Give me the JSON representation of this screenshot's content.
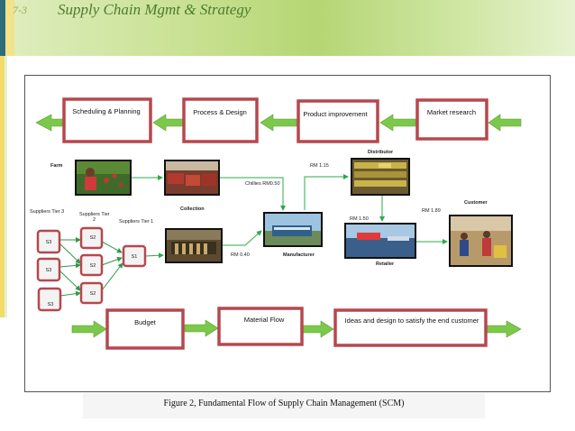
{
  "header": {
    "slide_number": "7-3",
    "title": "Supply Chain Mgmt & Strategy"
  },
  "top_row": {
    "market_research": "Market research",
    "product_improvement": "Product improvement",
    "process_design": "Process & Design",
    "scheduling_planning": "Scheduling & Planning"
  },
  "labels": {
    "farm": "Farm",
    "distributor": "Distributor",
    "customer": "Customer",
    "collection": "Collection",
    "manufacturer": "Manufacturer",
    "retailer": "Retailer",
    "suppliers_tier3": "Suppliers Tier 3",
    "suppliers_tier2_line1": "Suppliers Tier",
    "suppliers_tier2_line2": "2",
    "suppliers_tier1": "Suppliers Tier 1",
    "price_chillies": "Chillies RM0.50",
    "price_distributor": "RM 1.15",
    "price_retailer": "RM 1.50",
    "price_customer": "RM 1.89",
    "price_manufacturer": "RM 0.40"
  },
  "nodes": {
    "s3_a": "S3",
    "s3_b": "S3",
    "s3_c": "S3",
    "s2_a": "S2",
    "s2_b": "S2",
    "s2_c": "S2",
    "s1": "S1"
  },
  "bottom_row": {
    "budget": "Budget",
    "material_flow": "Material Flow",
    "ideas": "Ideas and design to satisfy the end customer"
  },
  "caption": "Figure 2, Fundamental Flow of Supply Chain Management (SCM)",
  "colors": {
    "box_border": "#b5484e",
    "arrow_green": "#7cc84a",
    "line_green": "#2fa84a"
  }
}
